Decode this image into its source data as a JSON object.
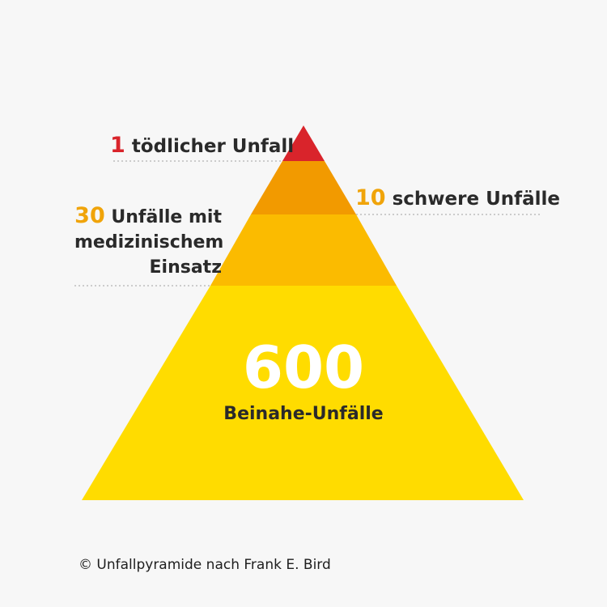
{
  "levels": [
    {
      "count": "1",
      "text": "tödlicher Unfall",
      "color": "#d9242b"
    },
    {
      "count": "10",
      "text": "schwere Unfälle",
      "color": "#f29a00"
    },
    {
      "count": "30",
      "text_line1": "Unfälle mit",
      "text_line2": "medizinischem",
      "text_line3": "Einsatz",
      "color": "#fbbb00"
    },
    {
      "count": "600",
      "text": "Beinahe-Unfälle",
      "color": "#ffdc00"
    }
  ],
  "label_colors": {
    "number_top": "#d9242b",
    "number_mid": "#f0a40a"
  },
  "credit": "© Unfallpyramide nach Frank E. Bird"
}
